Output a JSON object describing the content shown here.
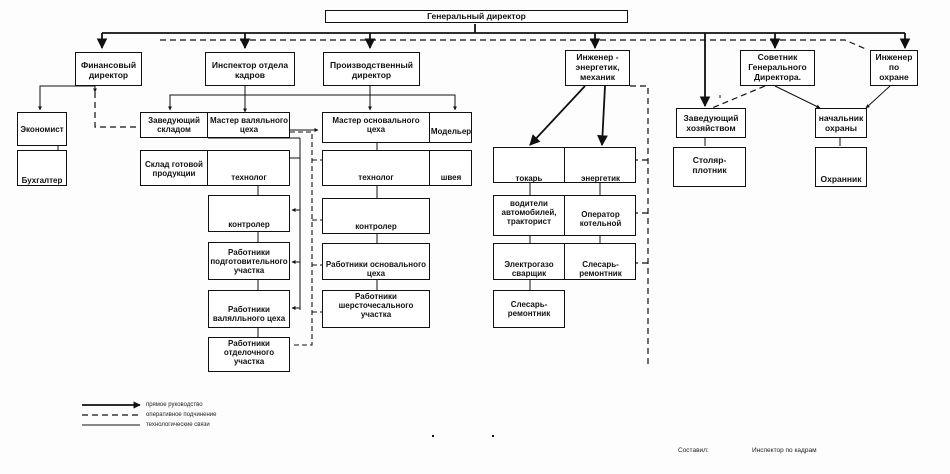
{
  "chart": {
    "top": "Генеральный директор",
    "level1": {
      "finance": "Финансовый\nдиректор",
      "hr": "Инспектор отдела\nкадров",
      "prod": "Производственный\nдиректор",
      "eng": "Инженер -\nэнергетик,\nмеханик",
      "advisor": "Советник\nГенерального\nДиректора.",
      "security_eng": "Инженер\nпо\nохране"
    },
    "finance_branch": {
      "economist": "Экономист",
      "accountant": "Бухгалтер"
    },
    "roll_shop": {
      "warehouse_head": "Заведующий\nскладом",
      "roll_master": "Мастер валяльного\nцеха",
      "finished_store": "Склад готовой\nпродукции",
      "technologist": "технолог",
      "controller": "контролер",
      "prep_workers": "Работники\nподготовительного\nучастка",
      "roll_workers": "Работники\nвалялльного цеха",
      "finish_workers": "Работники\nотделочного\nучастка"
    },
    "main_shop": {
      "main_master": "Мастер основального\nцеха",
      "modeler": "Модельер",
      "technologist": "технолог",
      "seamstress": "швея",
      "controller": "контролер",
      "main_workers": "Работники основального\nцеха",
      "wool_workers": "Работники\nшерсточесального\nучастка"
    },
    "eng_branch": {
      "turner": "токарь",
      "energetic": "энергетик",
      "drivers": "водители\nавтомобилей,\nтракторист",
      "boiler_op": "Оператор\nкотельной",
      "welder": "Электрогазо\nсварщик",
      "fitter1": "Слесарь-\nремонтник",
      "fitter2": "Слесарь-\nремонтник"
    },
    "right_branch": {
      "household": "Заведующий\nхозяйством",
      "carpenter": "Столяр-\nплотник",
      "security_head": "начальник\nохраны",
      "guard": "Охранник"
    }
  },
  "legend": {
    "direct": "прямое руководство",
    "operative": "оперативное подчинение",
    "tech": "технологические связи"
  },
  "footer": {
    "compiled_label": "Составил:",
    "compiled_by": "Инспектор по кадрам"
  }
}
